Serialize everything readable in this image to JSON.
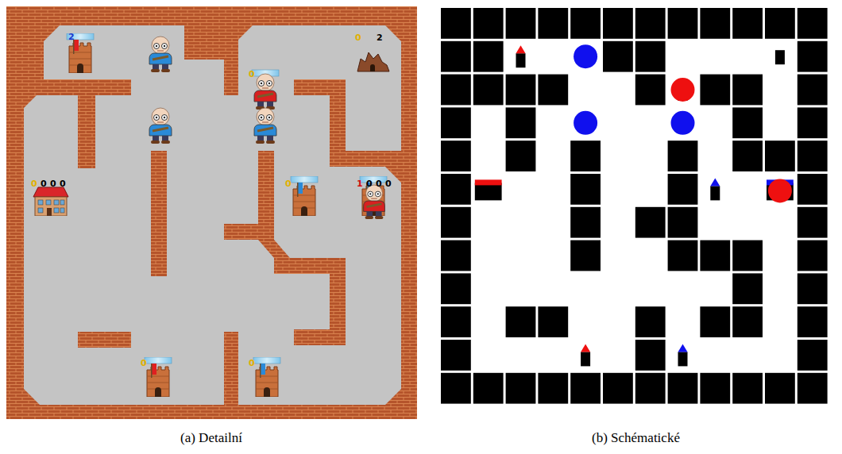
{
  "diagram": {
    "labels": [
      "2",
      "0",
      "2",
      "0",
      "0",
      "0",
      "0",
      "0",
      "0",
      "1",
      "0",
      "0",
      "0",
      "0",
      "0",
      "(a) Detailní",
      "(b) Schématické"
    ]
  }
}
